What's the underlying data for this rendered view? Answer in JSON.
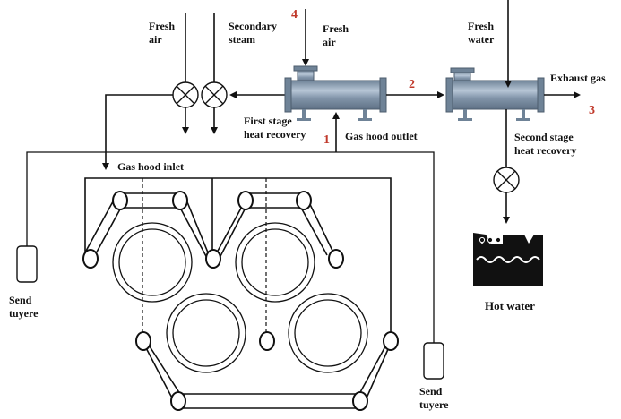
{
  "labels": {
    "fresh_air_1": [
      "Fresh",
      "air"
    ],
    "secondary_steam": [
      "Secondary",
      "steam"
    ],
    "fresh_air_2": [
      "Fresh",
      "air"
    ],
    "fresh_water": [
      "Fresh",
      "water"
    ],
    "exhaust_gas": "Exhaust gas",
    "first_stage": [
      "First stage",
      "heat recovery"
    ],
    "gas_hood_outlet": "Gas hood outlet",
    "second_stage": [
      "Second stage",
      "heat recovery"
    ],
    "gas_hood_inlet": "Gas hood inlet",
    "send_tuyere_left": [
      "Send",
      "tuyere"
    ],
    "send_tuyere_right": [
      "Send",
      "tuyere"
    ],
    "hot_water": "Hot water"
  },
  "stream_numbers": {
    "n1": "1",
    "n2": "2",
    "n3": "3",
    "n4": "4"
  },
  "colors": {
    "number_red": "#c0392b",
    "exchanger_body": "#8396ab",
    "exchanger_dark": "#5f7185",
    "exchanger_light": "#b7c6d6",
    "ink": "#111111"
  }
}
